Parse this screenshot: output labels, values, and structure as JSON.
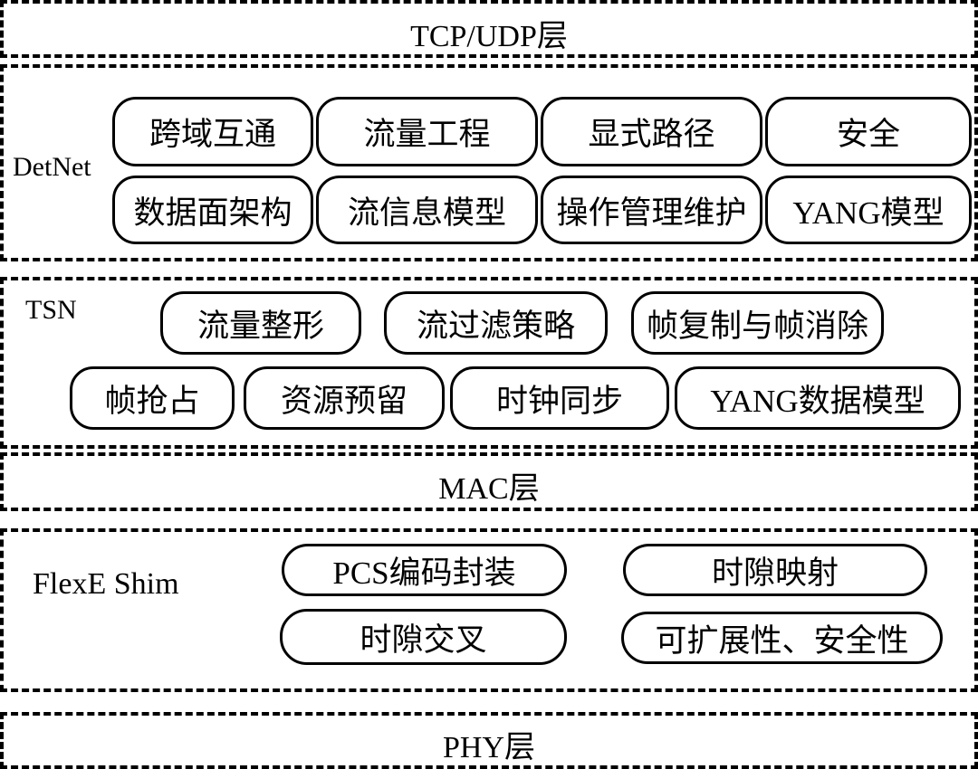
{
  "layers": {
    "tcp_udp": {
      "label": "TCP/UDP层"
    },
    "detnet": {
      "label": "DetNet",
      "items": [
        "跨域互通",
        "流量工程",
        "显式路径",
        "安全",
        "数据面架构",
        "流信息模型",
        "操作管理维护",
        "YANG模型"
      ]
    },
    "tsn": {
      "label": "TSN",
      "items": [
        "流量整形",
        "流过滤策略",
        "帧复制与帧消除",
        "帧抢占",
        "资源预留",
        "时钟同步",
        "YANG数据模型"
      ]
    },
    "mac": {
      "label": "MAC层"
    },
    "flexe": {
      "label": "FlexE Shim",
      "items": [
        "PCS编码封装",
        "时隙映射",
        "时隙交叉",
        "可扩展性、安全性"
      ]
    },
    "phy": {
      "label": "PHY层"
    }
  }
}
